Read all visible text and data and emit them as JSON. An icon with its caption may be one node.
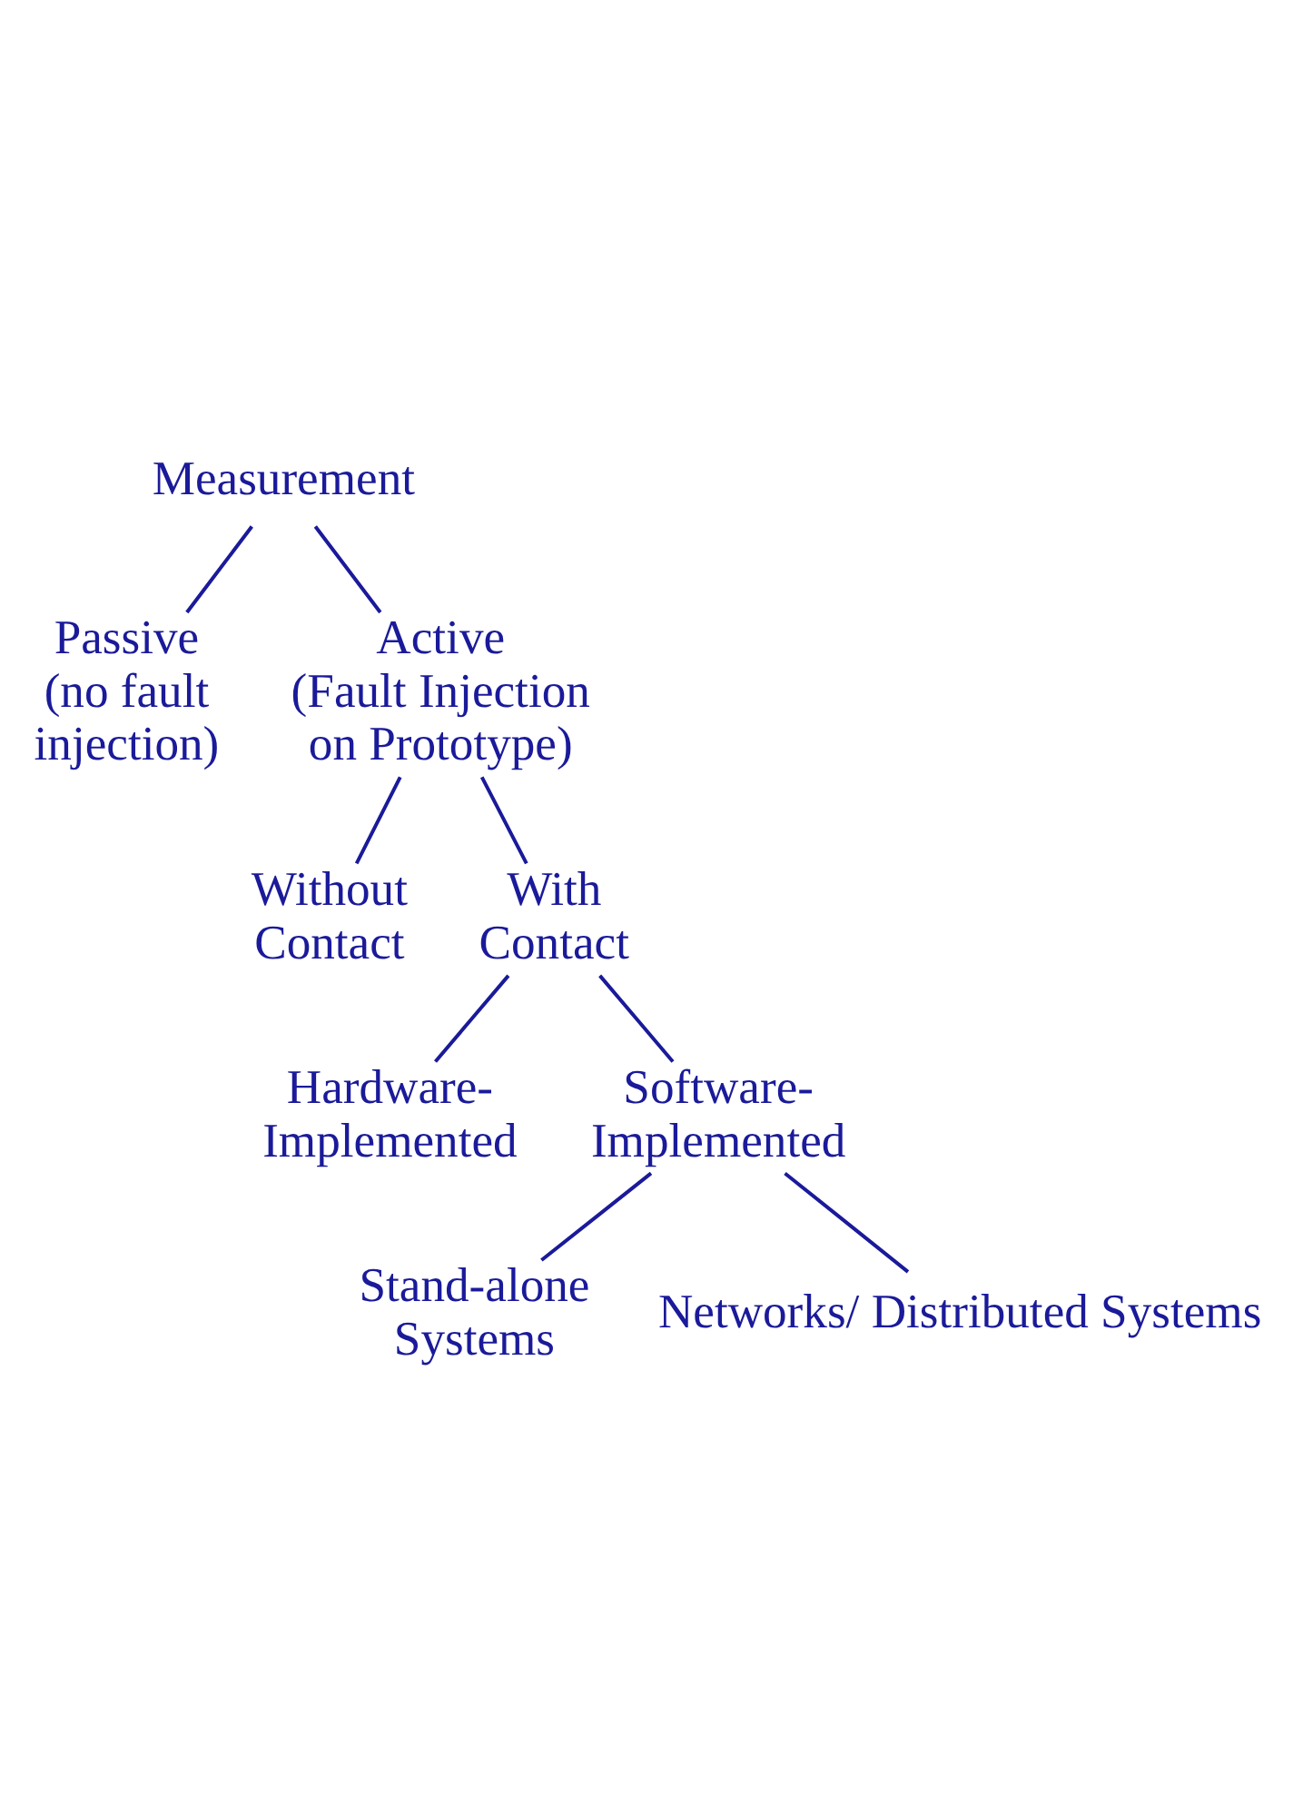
{
  "diagram": {
    "nodes": [
      {
        "text": [
          "Measurement"
        ]
      },
      {
        "text": [
          "Passive (no fault injection)"
        ]
      },
      {
        "text": [
          "Active (Fault Injection on Prototype)"
        ]
      },
      {
        "text": [
          "Without Contact"
        ]
      },
      {
        "text": [
          "With Contact"
        ]
      },
      {
        "text": [
          "Hardware- Implemented"
        ]
      },
      {
        "text": [
          "Software- Implemented"
        ]
      },
      {
        "text": [
          "Stand-alone Systems"
        ]
      },
      {
        "text": [
          "Networks/ Distributed Systems"
        ]
      }
    ],
    "edges": [
      {
        "from": 0,
        "to": 1,
        "arrow": "none"
      },
      {
        "from": 0,
        "to": 2,
        "arrow": "none"
      },
      {
        "from": 2,
        "to": 3,
        "arrow": "none"
      },
      {
        "from": 2,
        "to": 4,
        "arrow": "none"
      },
      {
        "from": 4,
        "to": 5,
        "arrow": "none"
      },
      {
        "from": 4,
        "to": 6,
        "arrow": "none"
      },
      {
        "from": 6,
        "to": 7,
        "arrow": "none"
      },
      {
        "from": 6,
        "to": 8,
        "arrow": "none"
      }
    ]
  }
}
